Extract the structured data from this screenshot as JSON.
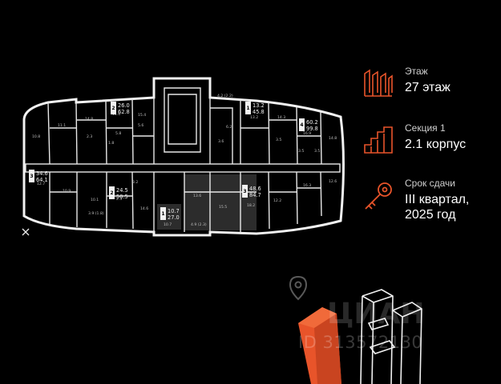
{
  "floor": {
    "label": "Этаж",
    "value": "27 этаж",
    "icon": "floor-stack-icon"
  },
  "section": {
    "label": "Секция 1",
    "value": "2.1 корпус",
    "icon": "section-stairs-icon"
  },
  "deadline": {
    "label": "Срок сдачи",
    "value_line1": "III квартал,",
    "value_line2": "2025 год",
    "icon": "key-icon"
  },
  "apartments": [
    {
      "rooms": "2",
      "area_living": "26.0",
      "area_total": "62.8"
    },
    {
      "rooms": "1",
      "area_living": "13.2",
      "area_total": "45.8"
    },
    {
      "rooms": "4",
      "area_living": "60.2",
      "area_total": "99.8"
    },
    {
      "rooms": "3",
      "area_living": "34.6",
      "area_total": "64.1"
    },
    {
      "rooms": "2",
      "area_living": "24.5",
      "area_total": "50.5"
    },
    {
      "rooms": "1",
      "area_living": "10.7",
      "area_total": "27.0"
    },
    {
      "rooms": "3",
      "area_living": "48.6",
      "area_total": "84.7"
    }
  ],
  "room_areas": [
    "10.8",
    "11.1",
    "14.8",
    "11.6",
    "15.4",
    "5.6",
    "4.2 (2.2)",
    "6.2",
    "13.2",
    "14.3",
    "16.9",
    "14.8",
    "2.3",
    "5.8",
    "1.8",
    "3.6",
    "3.5",
    "12.7",
    "10.9",
    "10.1",
    "2.3",
    "13.6",
    "15.5",
    "18.2",
    "12.2",
    "16.3",
    "12.6",
    "14.6",
    "10.7",
    "4.9 (2.3)",
    "3.9 (1.8)",
    "3.5",
    "3.5",
    "3.2"
  ],
  "watermark": {
    "brand": "ЦИАН",
    "id_text": "ID 313572130"
  },
  "colors": {
    "accent": "#e8542a",
    "background": "#000000",
    "unit_fill": "#2c2c2c"
  }
}
